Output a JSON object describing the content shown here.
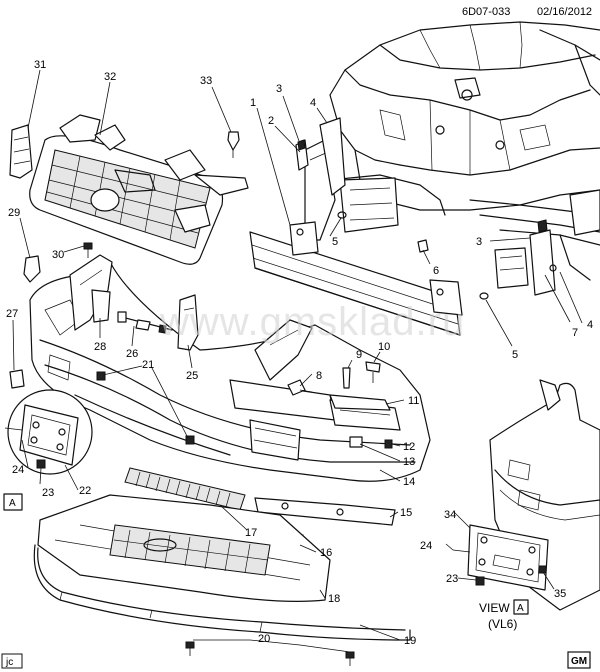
{
  "header": {
    "code": "6D07-033",
    "date": "02/16/2012"
  },
  "watermark": "www.gmsklad.ru",
  "view": {
    "label": "VIEW",
    "letter": "A",
    "variant": "(VL6)"
  },
  "view_marker": "A",
  "logo": "GM",
  "initials": "jc",
  "callouts": [
    "31",
    "32",
    "33",
    "1",
    "2",
    "3",
    "4",
    "29",
    "30",
    "5",
    "6",
    "3",
    "27",
    "28",
    "26",
    "25",
    "21",
    "8",
    "9",
    "10",
    "11",
    "12",
    "13",
    "14",
    "15",
    "16",
    "17",
    "18",
    "19",
    "20",
    "22",
    "23",
    "24",
    "7",
    "4",
    "5",
    "34",
    "24",
    "23",
    "35"
  ]
}
